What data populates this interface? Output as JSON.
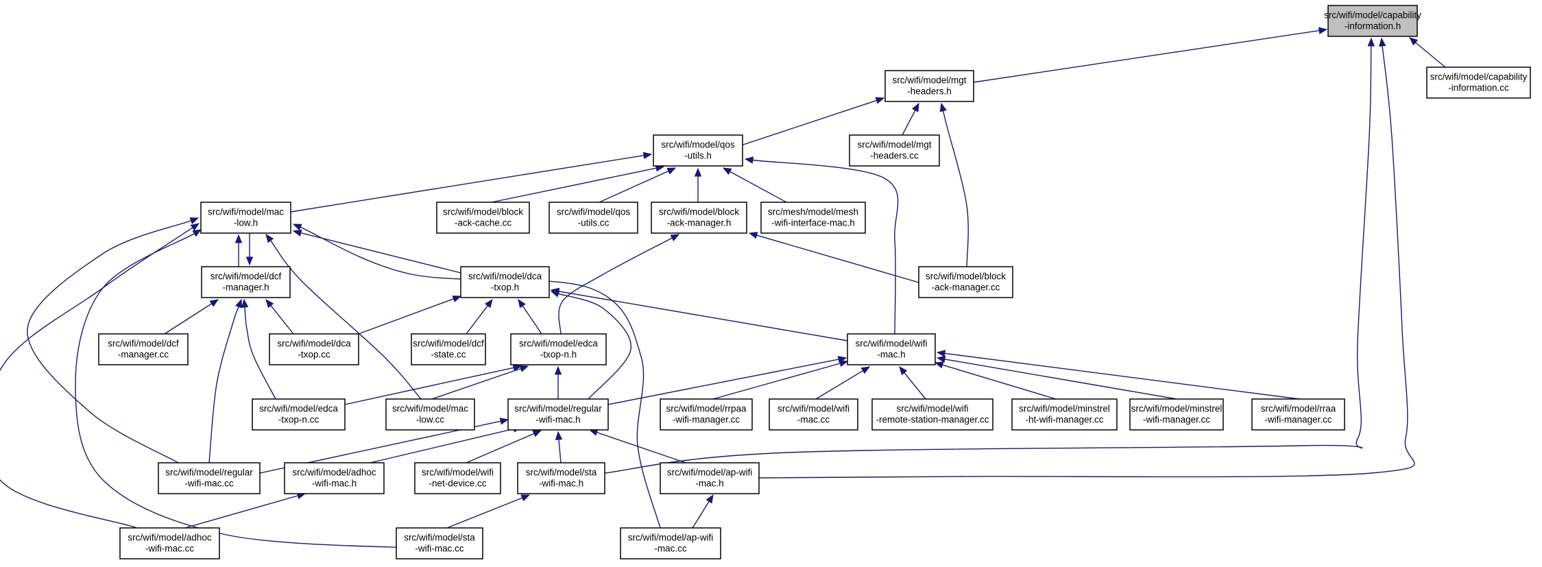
{
  "diagram": {
    "nodes": [
      {
        "id": "cap_h",
        "lines": [
          "src/wifi/model/capability",
          "-information.h"
        ],
        "root": true
      },
      {
        "id": "cap_cc",
        "lines": [
          "src/wifi/model/capability",
          "-information.cc"
        ]
      },
      {
        "id": "mgt_h",
        "lines": [
          "src/wifi/model/mgt",
          "-headers.h"
        ]
      },
      {
        "id": "mgt_cc",
        "lines": [
          "src/wifi/model/mgt",
          "-headers.cc"
        ]
      },
      {
        "id": "qos_h",
        "lines": [
          "src/wifi/model/qos",
          "-utils.h"
        ]
      },
      {
        "id": "maclow_h",
        "lines": [
          "src/wifi/model/mac",
          "-low.h"
        ]
      },
      {
        "id": "blockcache_cc",
        "lines": [
          "src/wifi/model/block",
          "-ack-cache.cc"
        ]
      },
      {
        "id": "qos_cc",
        "lines": [
          "src/wifi/model/qos",
          "-utils.cc"
        ]
      },
      {
        "id": "blockmgr_h",
        "lines": [
          "src/wifi/model/block",
          "-ack-manager.h"
        ]
      },
      {
        "id": "meshwifi_h",
        "lines": [
          "src/mesh/model/mesh",
          "-wifi-interface-mac.h"
        ]
      },
      {
        "id": "dcfmgr_h",
        "lines": [
          "src/wifi/model/dcf",
          "-manager.h"
        ]
      },
      {
        "id": "dcatxop_h",
        "lines": [
          "src/wifi/model/dca",
          "-txop.h"
        ]
      },
      {
        "id": "blockmgr_cc",
        "lines": [
          "src/wifi/model/block",
          "-ack-manager.cc"
        ]
      },
      {
        "id": "dcfmgr_cc",
        "lines": [
          "src/wifi/model/dcf",
          "-manager.cc"
        ]
      },
      {
        "id": "dcatxop_cc",
        "lines": [
          "src/wifi/model/dca",
          "-txop.cc"
        ]
      },
      {
        "id": "dcfstate_cc",
        "lines": [
          "src/wifi/model/dcf",
          "-state.cc"
        ]
      },
      {
        "id": "edcatxop_h",
        "lines": [
          "src/wifi/model/edca",
          "-txop-n.h"
        ]
      },
      {
        "id": "wifimac_h",
        "lines": [
          "src/wifi/model/wifi",
          "-mac.h"
        ]
      },
      {
        "id": "edcatxop_cc",
        "lines": [
          "src/wifi/model/edca",
          "-txop-n.cc"
        ]
      },
      {
        "id": "maclow_cc",
        "lines": [
          "src/wifi/model/mac",
          "-low.cc"
        ]
      },
      {
        "id": "regular_h",
        "lines": [
          "src/wifi/model/regular",
          "-wifi-mac.h"
        ]
      },
      {
        "id": "rrpaa_cc",
        "lines": [
          "src/wifi/model/rrpaa",
          "-wifi-manager.cc"
        ]
      },
      {
        "id": "wifimac_cc",
        "lines": [
          "src/wifi/model/wifi",
          "-mac.cc"
        ]
      },
      {
        "id": "remote_cc",
        "lines": [
          "src/wifi/model/wifi",
          "-remote-station-manager.cc"
        ]
      },
      {
        "id": "minstrelht_cc",
        "lines": [
          "src/wifi/model/minstrel",
          "-ht-wifi-manager.cc"
        ]
      },
      {
        "id": "minstrel_cc",
        "lines": [
          "src/wifi/model/minstrel",
          "-wifi-manager.cc"
        ]
      },
      {
        "id": "rraa_cc",
        "lines": [
          "src/wifi/model/rraa",
          "-wifi-manager.cc"
        ]
      },
      {
        "id": "regular_cc",
        "lines": [
          "src/wifi/model/regular",
          "-wifi-mac.cc"
        ]
      },
      {
        "id": "adhoc_h",
        "lines": [
          "src/wifi/model/adhoc",
          "-wifi-mac.h"
        ]
      },
      {
        "id": "netdev_cc",
        "lines": [
          "src/wifi/model/wifi",
          "-net-device.cc"
        ]
      },
      {
        "id": "sta_h",
        "lines": [
          "src/wifi/model/sta",
          "-wifi-mac.h"
        ]
      },
      {
        "id": "apwifi_h",
        "lines": [
          "src/wifi/model/ap-wifi",
          "-mac.h"
        ]
      },
      {
        "id": "adhoc_cc",
        "lines": [
          "src/wifi/model/adhoc",
          "-wifi-mac.cc"
        ]
      },
      {
        "id": "sta_cc",
        "lines": [
          "src/wifi/model/sta",
          "-wifi-mac.cc"
        ]
      },
      {
        "id": "apwifi_cc",
        "lines": [
          "src/wifi/model/ap-wifi",
          "-mac.cc"
        ]
      }
    ],
    "edges": [
      {
        "from": "cap_cc",
        "to": "cap_h"
      },
      {
        "from": "mgt_h",
        "to": "cap_h"
      },
      {
        "from": "sta_h",
        "to": "cap_h"
      },
      {
        "from": "apwifi_h",
        "to": "cap_h"
      },
      {
        "from": "qos_h",
        "to": "mgt_h"
      },
      {
        "from": "mgt_cc",
        "to": "mgt_h"
      },
      {
        "from": "blockmgr_cc",
        "to": "mgt_h"
      },
      {
        "from": "maclow_h",
        "to": "qos_h"
      },
      {
        "from": "blockcache_cc",
        "to": "qos_h"
      },
      {
        "from": "qos_cc",
        "to": "qos_h"
      },
      {
        "from": "blockmgr_h",
        "to": "qos_h"
      },
      {
        "from": "meshwifi_h",
        "to": "qos_h"
      },
      {
        "from": "wifimac_h",
        "to": "qos_h"
      },
      {
        "from": "dcfmgr_h",
        "to": "maclow_h"
      },
      {
        "from": "maclow_h",
        "to": "dcfmgr_h"
      },
      {
        "from": "dcatxop_h",
        "to": "maclow_h"
      },
      {
        "from": "maclow_cc",
        "to": "maclow_h"
      },
      {
        "from": "regular_cc",
        "to": "maclow_h"
      },
      {
        "from": "adhoc_cc",
        "to": "maclow_h"
      },
      {
        "from": "sta_cc",
        "to": "maclow_h"
      },
      {
        "from": "apwifi_cc",
        "to": "maclow_h"
      },
      {
        "from": "blockmgr_cc",
        "to": "blockmgr_h"
      },
      {
        "from": "edcatxop_h",
        "to": "blockmgr_h"
      },
      {
        "from": "dcfmgr_cc",
        "to": "dcfmgr_h"
      },
      {
        "from": "dcatxop_cc",
        "to": "dcfmgr_h"
      },
      {
        "from": "edcatxop_cc",
        "to": "dcfmgr_h"
      },
      {
        "from": "regular_cc",
        "to": "dcfmgr_h"
      },
      {
        "from": "dcatxop_cc",
        "to": "dcatxop_h"
      },
      {
        "from": "dcfstate_cc",
        "to": "dcatxop_h"
      },
      {
        "from": "edcatxop_h",
        "to": "dcatxop_h"
      },
      {
        "from": "regular_h",
        "to": "dcatxop_h"
      },
      {
        "from": "wifimac_h",
        "to": "dcatxop_h"
      },
      {
        "from": "edcatxop_cc",
        "to": "edcatxop_h"
      },
      {
        "from": "maclow_cc",
        "to": "edcatxop_h"
      },
      {
        "from": "regular_h",
        "to": "edcatxop_h"
      },
      {
        "from": "regular_h",
        "to": "wifimac_h"
      },
      {
        "from": "rrpaa_cc",
        "to": "wifimac_h"
      },
      {
        "from": "wifimac_cc",
        "to": "wifimac_h"
      },
      {
        "from": "remote_cc",
        "to": "wifimac_h"
      },
      {
        "from": "minstrelht_cc",
        "to": "wifimac_h"
      },
      {
        "from": "minstrel_cc",
        "to": "wifimac_h"
      },
      {
        "from": "rraa_cc",
        "to": "wifimac_h"
      },
      {
        "from": "regular_cc",
        "to": "regular_h"
      },
      {
        "from": "adhoc_h",
        "to": "regular_h"
      },
      {
        "from": "netdev_cc",
        "to": "regular_h"
      },
      {
        "from": "sta_h",
        "to": "regular_h"
      },
      {
        "from": "apwifi_h",
        "to": "regular_h"
      },
      {
        "from": "adhoc_cc",
        "to": "adhoc_h"
      },
      {
        "from": "sta_cc",
        "to": "sta_h"
      },
      {
        "from": "apwifi_cc",
        "to": "apwifi_h"
      }
    ]
  }
}
